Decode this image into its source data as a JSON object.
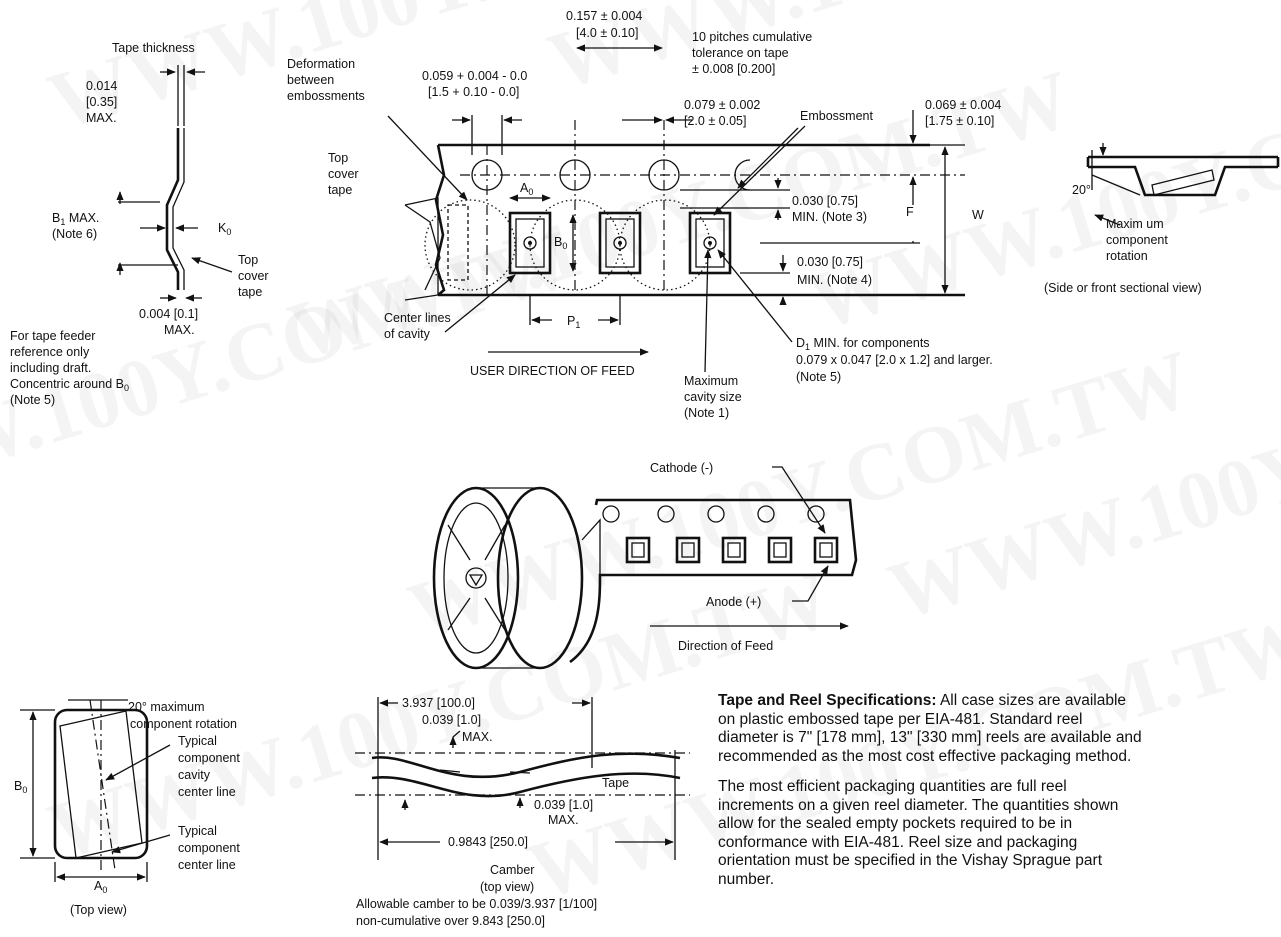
{
  "watermark": "WWW.100Y.COM.TW",
  "tape_section": {
    "tape_thickness": "Tape thickness",
    "thickness_dim": [
      "0.014",
      "[0.35]",
      "MAX."
    ],
    "b1_max": [
      "B",
      "1",
      " MAX."
    ],
    "note6": "(Note 6)",
    "k0": [
      "K",
      "0"
    ],
    "top_cover_tape": [
      "Top",
      "cover",
      "tape"
    ],
    "bottom_dim": [
      "0.004 [0.1]",
      "MAX."
    ],
    "feeder_note": [
      "For tape feeder",
      "reference only",
      "including draft.",
      "Concentric around B",
      "0",
      "(Note 5)"
    ]
  },
  "tape_plan": {
    "deformation": [
      "Deformation",
      "between",
      "embossments"
    ],
    "top_cover_tape": [
      "Top",
      "cover",
      "tape"
    ],
    "dim_hole": [
      "0.059 + 0.004 - 0.0",
      "[1.5 + 0.10 - 0.0]"
    ],
    "dim_pitch_p0": [
      "0.157 ± 0.004",
      "[4.0 ± 0.10]"
    ],
    "cumulative": [
      "10 pitches cumulative",
      "tolerance on tape",
      "± 0.008 [0.200]"
    ],
    "dim_p2": [
      "0.079 ± 0.002",
      "[2.0 ± 0.05]"
    ],
    "embossment": "Embossment",
    "dim_e": [
      "0.069 ± 0.004",
      "[1.75 ± 0.10]"
    ],
    "a0": [
      "A",
      "0"
    ],
    "b0": [
      "B",
      "0"
    ],
    "min_note3": [
      "0.030 [0.75]",
      "MIN. (Note 3)"
    ],
    "min_note4": [
      "0.030 [0.75]",
      "MIN. (Note 4)"
    ],
    "f": "F",
    "w": "W",
    "center_lines": [
      "Center lines",
      "of cavity"
    ],
    "p1": [
      "P",
      "1"
    ],
    "user_direction": "USER DIRECTION OF FEED",
    "max_cavity": [
      "Maximum",
      "cavity size",
      "(Note 1)"
    ],
    "d1_note": [
      "D",
      "1",
      " MIN. for components",
      "0.079 x 0.047 [2.0 x 1.2] and larger.",
      "(Note 5)"
    ]
  },
  "side_view": {
    "angle": "20°",
    "rotation": [
      "Maxim um",
      "component",
      "rotation"
    ],
    "caption": "(Side or front sectional view)"
  },
  "reel": {
    "cathode": "Cathode (-)",
    "anode": "Anode (+)",
    "direction": "Direction of Feed"
  },
  "top_view": {
    "rotation": [
      "20° maximum",
      "component rotation"
    ],
    "cavity_cl": [
      "Typical",
      "component",
      "cavity",
      "center line"
    ],
    "component_cl": [
      "Typical",
      "component",
      "center line"
    ],
    "b0": [
      "B",
      "0"
    ],
    "a0": [
      "A",
      "0"
    ],
    "caption": "(Top view)"
  },
  "camber": {
    "dim_100": "3.937 [100.0]",
    "dim_1_top": [
      "0.039 [1.0]",
      "MAX."
    ],
    "tape": "Tape",
    "dim_1_bot": [
      "0.039 [1.0]",
      "MAX."
    ],
    "dim_250": "0.9843 [250.0]",
    "caption": [
      "Camber",
      "(top view)"
    ],
    "allowable": [
      "Allowable camber to be 0.039/3.937 [1/100]",
      "non-cumulative over 9.843 [250.0]"
    ]
  },
  "spec": {
    "heading": "Tape and Reel Specifications:",
    "p1_lines": [
      " All case sizes are available",
      "on plastic embossed tape per EIA-481. Standard reel",
      "diameter is 7\" [178 mm], 13\" [330 mm] reels are available and",
      "recommended as the most cost effective packaging method."
    ],
    "p2_lines": [
      "The most efficient packaging quantities are full reel",
      "increments on a given reel diameter. The quantities shown",
      "allow for the sealed empty pockets required to be in",
      "conformance with EIA-481. Reel size and packaging",
      "orientation must be specified in the Vishay Sprague part",
      "number."
    ]
  }
}
